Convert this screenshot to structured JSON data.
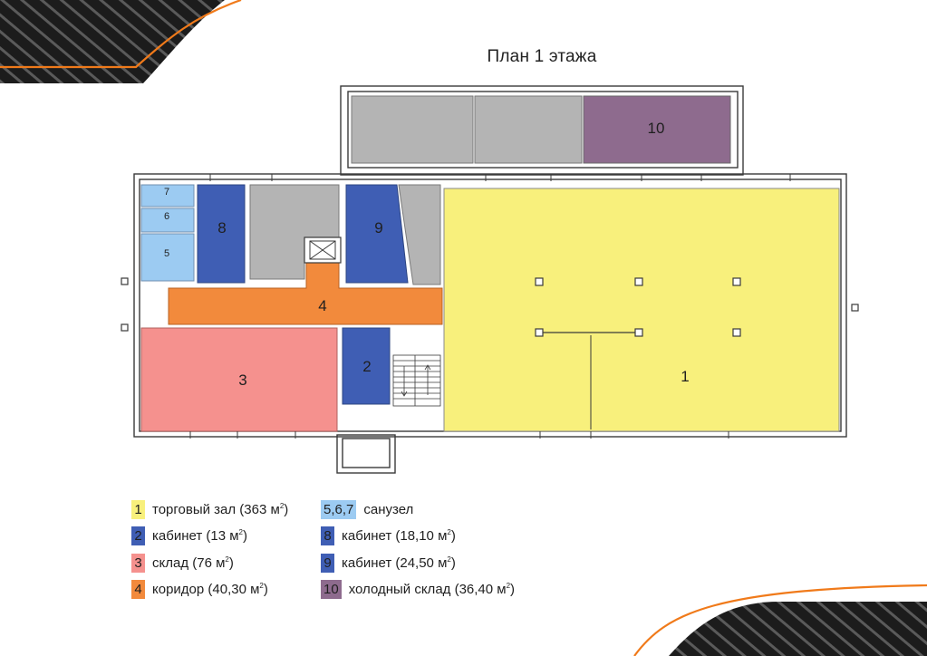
{
  "title": "План 1 этажа",
  "colors": {
    "trade_hall": "#f8f07c",
    "office": "#3f5eb4",
    "warehouse": "#f5918e",
    "corridor": "#f28a3c",
    "restroom": "#9ccbf2",
    "cold_storage": "#8e6b8e",
    "service": "#b4b4b4",
    "wall": "#3a3a3a",
    "accent_orange": "#f07a1a",
    "corner_dark": "#1c1c1c"
  },
  "rooms": {
    "r1": "1",
    "r2": "2",
    "r3": "3",
    "r4": "4",
    "r5": "5",
    "r6": "6",
    "r7": "7",
    "r8": "8",
    "r9": "9",
    "r10": "10"
  },
  "legend": {
    "left": [
      {
        "num": "1",
        "text": "торговый зал (363 м",
        "area_tail": ")",
        "color": "#f8f07c"
      },
      {
        "num": "2",
        "text": "кабинет (13 м",
        "area_tail": ")",
        "color": "#3f5eb4"
      },
      {
        "num": "3",
        "text": "склад (76 м",
        "area_tail": ")",
        "color": "#f5918e"
      },
      {
        "num": "4",
        "text": "коридор (40,30 м",
        "area_tail": ")",
        "color": "#f28a3c"
      }
    ],
    "right": [
      {
        "num": "5,6,7",
        "text": "санузел",
        "area_tail": "",
        "color": "#9ccbf2"
      },
      {
        "num": "8",
        "text": "кабинет (18,10 м",
        "area_tail": ")",
        "color": "#3f5eb4"
      },
      {
        "num": "9",
        "text": "кабинет (24,50 м",
        "area_tail": ")",
        "color": "#3f5eb4"
      },
      {
        "num": "10",
        "text": "холодный склад (36,40 м",
        "area_tail": ")",
        "color": "#8e6b8e"
      }
    ],
    "sup": "2"
  }
}
